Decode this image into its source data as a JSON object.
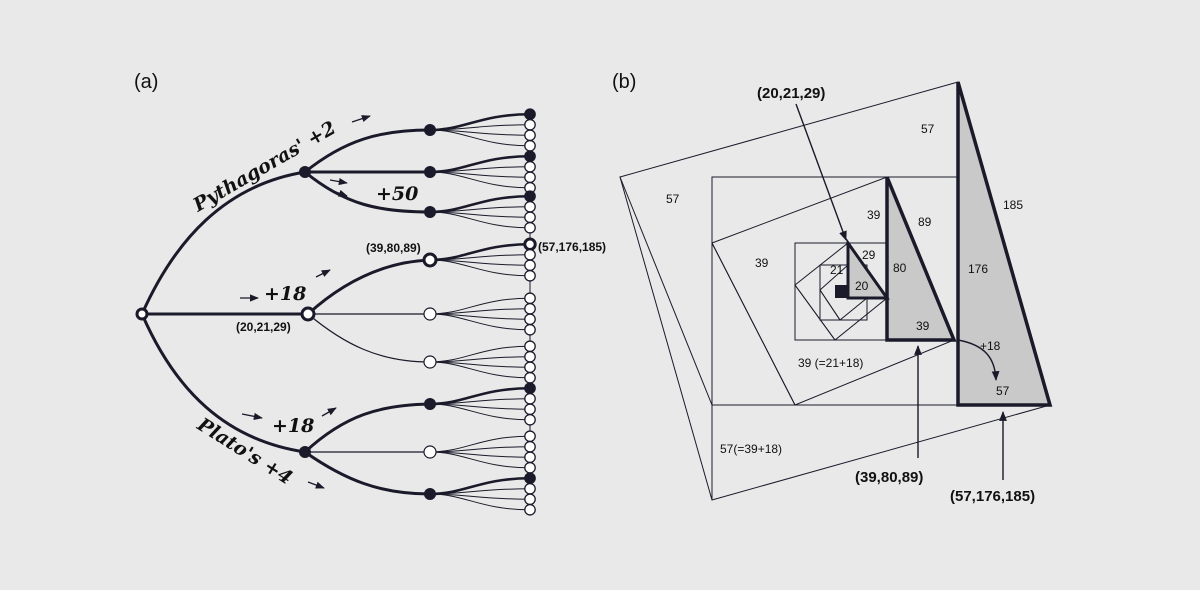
{
  "panels": {
    "a_label": "(a)",
    "b_label": "(b)"
  },
  "tree": {
    "branch_top": "Pythagoras' +2",
    "branch_bottom": "Plato's +4",
    "plus50": "+50",
    "plus18_mid": "+18",
    "plus18_low": "+18",
    "node_mid": "(20,21,29)",
    "node_upper": "(39,80,89)",
    "node_leaf": "(57,176,185)"
  },
  "spiral": {
    "callout_small": "(20,21,29)",
    "callout_mid": "(39,80,89)",
    "callout_big": "(57,176,185)",
    "n57_top": "57",
    "n57_left": "57",
    "n185": "185",
    "n39_top": "39",
    "n89": "89",
    "n39_left": "39",
    "n29": "29",
    "n21": "21",
    "n20": "20",
    "n80": "80",
    "n176": "176",
    "n39_bot": "39",
    "plus18": "+18",
    "n39_eq": "39 (=21+18)",
    "n57_bot": "57",
    "n57_eq": "57(=39+18)"
  }
}
